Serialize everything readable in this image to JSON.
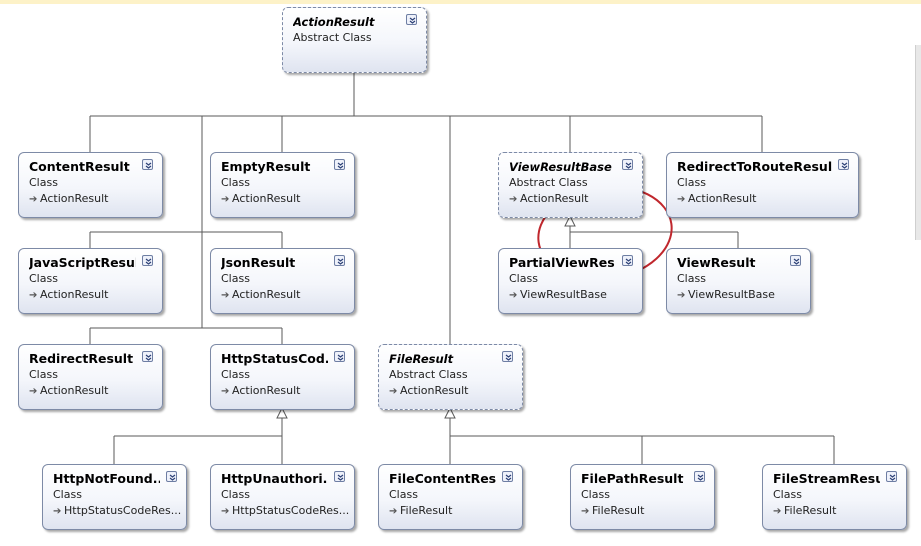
{
  "classes": {
    "actionresult": {
      "name": "ActionResult",
      "kind": "Abstract Class",
      "base": ""
    },
    "contentresult": {
      "name": "ContentResult",
      "kind": "Class",
      "base": "ActionResult"
    },
    "emptyresult": {
      "name": "EmptyResult",
      "kind": "Class",
      "base": "ActionResult"
    },
    "viewresultbase": {
      "name": "ViewResultBase",
      "kind": "Abstract Class",
      "base": "ActionResult"
    },
    "redirecttorouteresult": {
      "name": "RedirectToRouteResult",
      "kind": "Class",
      "base": "ActionResult"
    },
    "javascriptresult": {
      "name": "JavaScriptResult",
      "kind": "Class",
      "base": "ActionResult"
    },
    "jsonresult": {
      "name": "JsonResult",
      "kind": "Class",
      "base": "ActionResult"
    },
    "partialviewresult": {
      "name": "PartialViewRes...",
      "kind": "Class",
      "base": "ViewResultBase"
    },
    "viewresult": {
      "name": "ViewResult",
      "kind": "Class",
      "base": "ViewResultBase"
    },
    "redirectresult": {
      "name": "RedirectResult",
      "kind": "Class",
      "base": "ActionResult"
    },
    "httpstatuscoderesult": {
      "name": "HttpStatusCod...",
      "kind": "Class",
      "base": "ActionResult"
    },
    "fileresult": {
      "name": "FileResult",
      "kind": "Abstract Class",
      "base": "ActionResult"
    },
    "httpnotfoundresult": {
      "name": "HttpNotFound...",
      "kind": "Class",
      "base": "HttpStatusCodeRes..."
    },
    "httpunauthorizedresult": {
      "name": "HttpUnauthori...",
      "kind": "Class",
      "base": "HttpStatusCodeRes..."
    },
    "filecontentresult": {
      "name": "FileContentRes...",
      "kind": "Class",
      "base": "FileResult"
    },
    "filepathresult": {
      "name": "FilePathResult",
      "kind": "Class",
      "base": "FileResult"
    },
    "filestreamresult": {
      "name": "FileStreamResult",
      "kind": "Class",
      "base": "FileResult"
    }
  },
  "icons": {
    "base_arrow": "inheritance-arrow-icon",
    "toggle": "chevron-down-double-icon"
  },
  "colors": {
    "box_border": "#7d8aa6",
    "line": "#5a5a5a",
    "highlight_circle": "#c0272d"
  }
}
